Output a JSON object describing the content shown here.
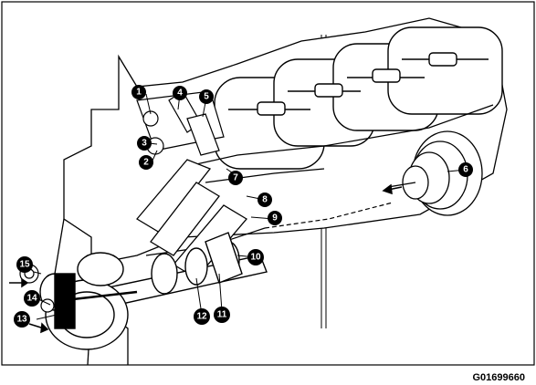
{
  "figure": {
    "code": "G01699660",
    "callouts": [
      "1",
      "2",
      "3",
      "4",
      "5",
      "6",
      "7",
      "8",
      "9",
      "10",
      "11",
      "12",
      "13",
      "14",
      "15"
    ]
  }
}
